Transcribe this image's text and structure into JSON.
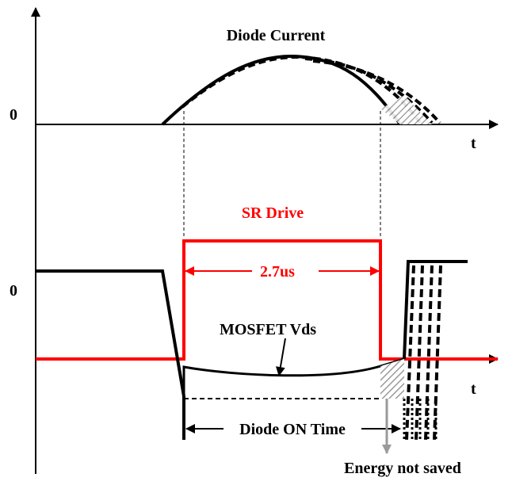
{
  "labels": {
    "diode_current": "Diode Current",
    "zero_top": "0",
    "zero_bottom": "0",
    "t_top": "t",
    "t_bottom": "t",
    "sr_drive": "SR Drive",
    "duration": "2.7us",
    "mosfet_vds": "MOSFET Vds",
    "diode_on_time": "Diode ON Time",
    "energy_not_saved": "Energy not saved"
  },
  "colors": {
    "ink": "#000000",
    "sr_drive": "#ff0000",
    "hatch": "#9a9a9a"
  }
}
